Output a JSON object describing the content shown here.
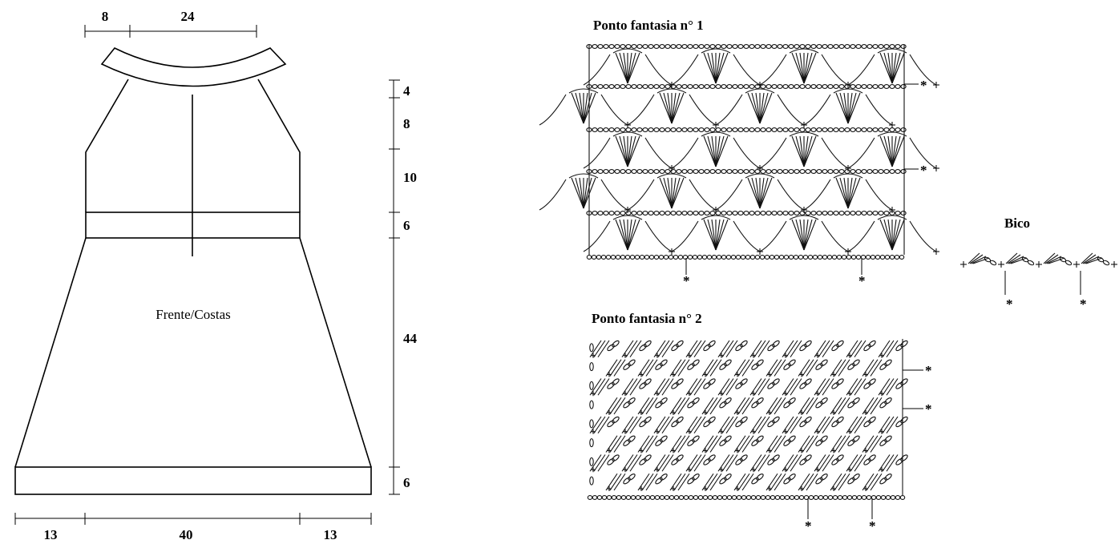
{
  "pattern": {
    "piece_label": "Frente/Costas",
    "top_dims": [
      "8",
      "24"
    ],
    "side_dims": [
      "4",
      "8",
      "10",
      "6",
      "44",
      "6"
    ],
    "bottom_dims": [
      "13",
      "40",
      "13"
    ]
  },
  "charts": {
    "ponto1": {
      "title": "Ponto fantasia n° 1",
      "markers_right": [
        "*",
        "*"
      ],
      "markers_bottom": [
        "*",
        "*"
      ]
    },
    "ponto2": {
      "title": "Ponto fantasia n° 2",
      "markers_right": [
        "*",
        "*"
      ],
      "markers_bottom": [
        "*",
        "*"
      ]
    },
    "bico": {
      "title": "Bico",
      "markers_bottom": [
        "*",
        "*"
      ]
    }
  }
}
